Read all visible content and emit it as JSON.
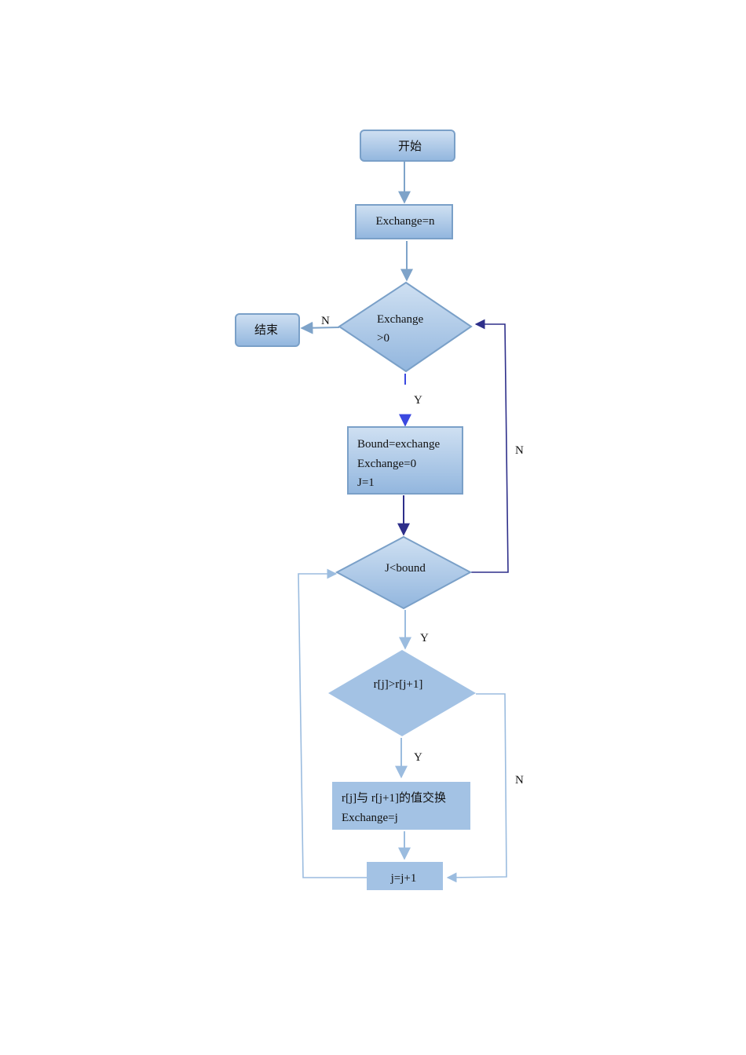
{
  "nodes": {
    "start": "开始",
    "init": "Exchange=n",
    "cond_outer": {
      "line1": "Exchange",
      "line2": ">0"
    },
    "end": "结束",
    "setup": {
      "line1": "Bound=exchange",
      "line2": "Exchange=0",
      "line3": "J=1"
    },
    "cond_inner": "J<bound",
    "compare": "r[j]>r[j+1]",
    "swap": {
      "line1": "r[j]与 r[j+1]的值交换",
      "line2": "Exchange=j"
    },
    "increment": "j=j+1"
  },
  "edge_labels": {
    "outer_no": "N",
    "outer_yes": "Y",
    "inner_no": "N",
    "inner_yes": "Y",
    "compare_yes": "Y",
    "compare_no": "N"
  },
  "colors": {
    "box_fill_top": "#c9dcf0",
    "box_fill_bottom": "#94b8df",
    "box_stroke": "#6f98c6",
    "dark_line": "#2e2f8a",
    "light_line": "#9bbcdf",
    "flat_fill": "#a3c2e4"
  }
}
